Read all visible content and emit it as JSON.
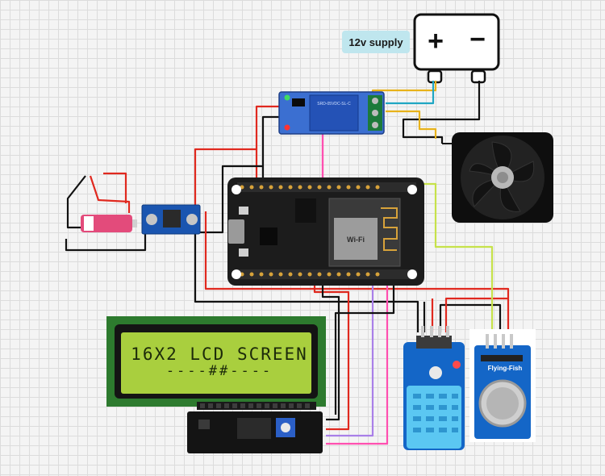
{
  "supply": {
    "label": "12v supply",
    "plus": "+",
    "minus": "−"
  },
  "lcd": {
    "line1": "16X2 LCD SCREEN",
    "line2": "----##----"
  },
  "mq_sensor": {
    "brand": "Flying-Fish"
  },
  "colors": {
    "wire_red": "#e0291f",
    "wire_black": "#111111",
    "wire_yellow": "#e8b21a",
    "wire_cyan": "#1fa6c3",
    "wire_pink": "#ff4fb0",
    "wire_purple": "#a97fe8",
    "wire_green_yellow": "#c6e24a",
    "lcd_green": "#a9cf3e",
    "pcb_blue": "#1565c0"
  }
}
